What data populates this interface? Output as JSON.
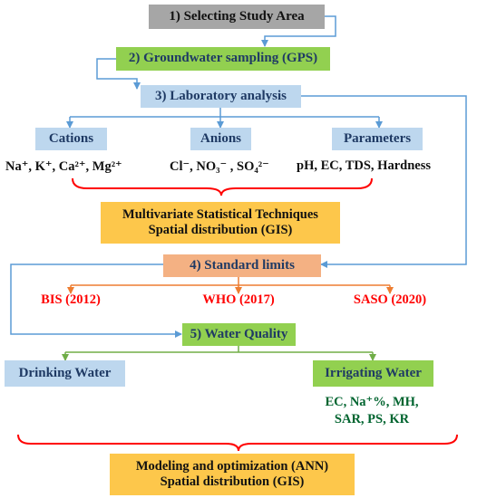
{
  "steps": {
    "step1": "1) Selecting Study Area",
    "step2": "2) Groundwater sampling (GPS)",
    "step3": "3) Laboratory analysis",
    "step4": "4) Standard limits",
    "step5": "5) Water Quality"
  },
  "analysis": {
    "cations": "Cations",
    "anions": "Anions",
    "parameters": "Parameters",
    "cations_list": "Na⁺, K⁺, Ca²⁺, Mg²⁺",
    "anions_list": "Cl⁻, NO₃⁻ , SO₄²⁻",
    "parameters_list": "pH, EC, TDS, Hardness"
  },
  "techniques": {
    "line1": "Multivariate Statistical Techniques",
    "line2": "Spatial distribution (GIS)"
  },
  "standards": {
    "bis": "BIS (2012)",
    "who": "WHO (2017)",
    "saso": "SASO (2020)"
  },
  "water_quality": {
    "drinking": "Drinking Water",
    "irrigating": "Irrigating Water",
    "irrigation_params_1": "EC, Na⁺%, MH,",
    "irrigation_params_2": "SAR, PS, KR"
  },
  "modeling": {
    "line1": "Modeling and optimization (ANN)",
    "line2": "Spatial distribution (GIS)"
  },
  "colors": {
    "arrow_blue": "#5b9bd5",
    "arrow_orange": "#ed7d31",
    "arrow_green": "#70ad47",
    "brace_red": "#ff0000"
  }
}
